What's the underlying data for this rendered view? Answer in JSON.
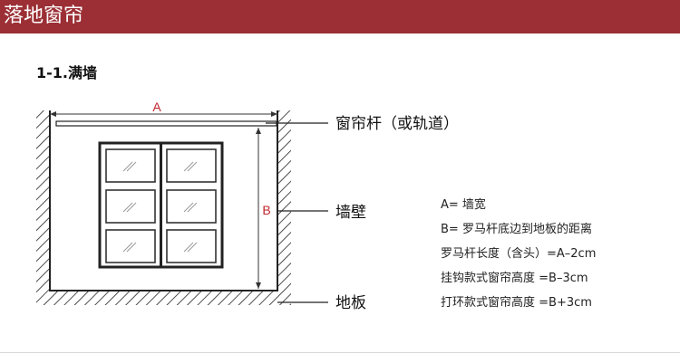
{
  "header": {
    "title": "落地窗帘"
  },
  "section": {
    "title": "1-1.满墙"
  },
  "diagram": {
    "dimension_a": "A",
    "dimension_b": "B",
    "labels": {
      "rod": "窗帘杆（或轨道）",
      "wall": "墙壁",
      "floor": "地板"
    }
  },
  "legend": [
    "A= 墙宽",
    "B= 罗马杆底边到地板的距离",
    "罗马杆长度（含头）=A–2cm",
    "挂钩款式窗帘高度 =B–3cm",
    "打环款式窗帘高度 =B+3cm"
  ],
  "colors": {
    "header_bg": "#9b2f35",
    "line": "#222222"
  }
}
